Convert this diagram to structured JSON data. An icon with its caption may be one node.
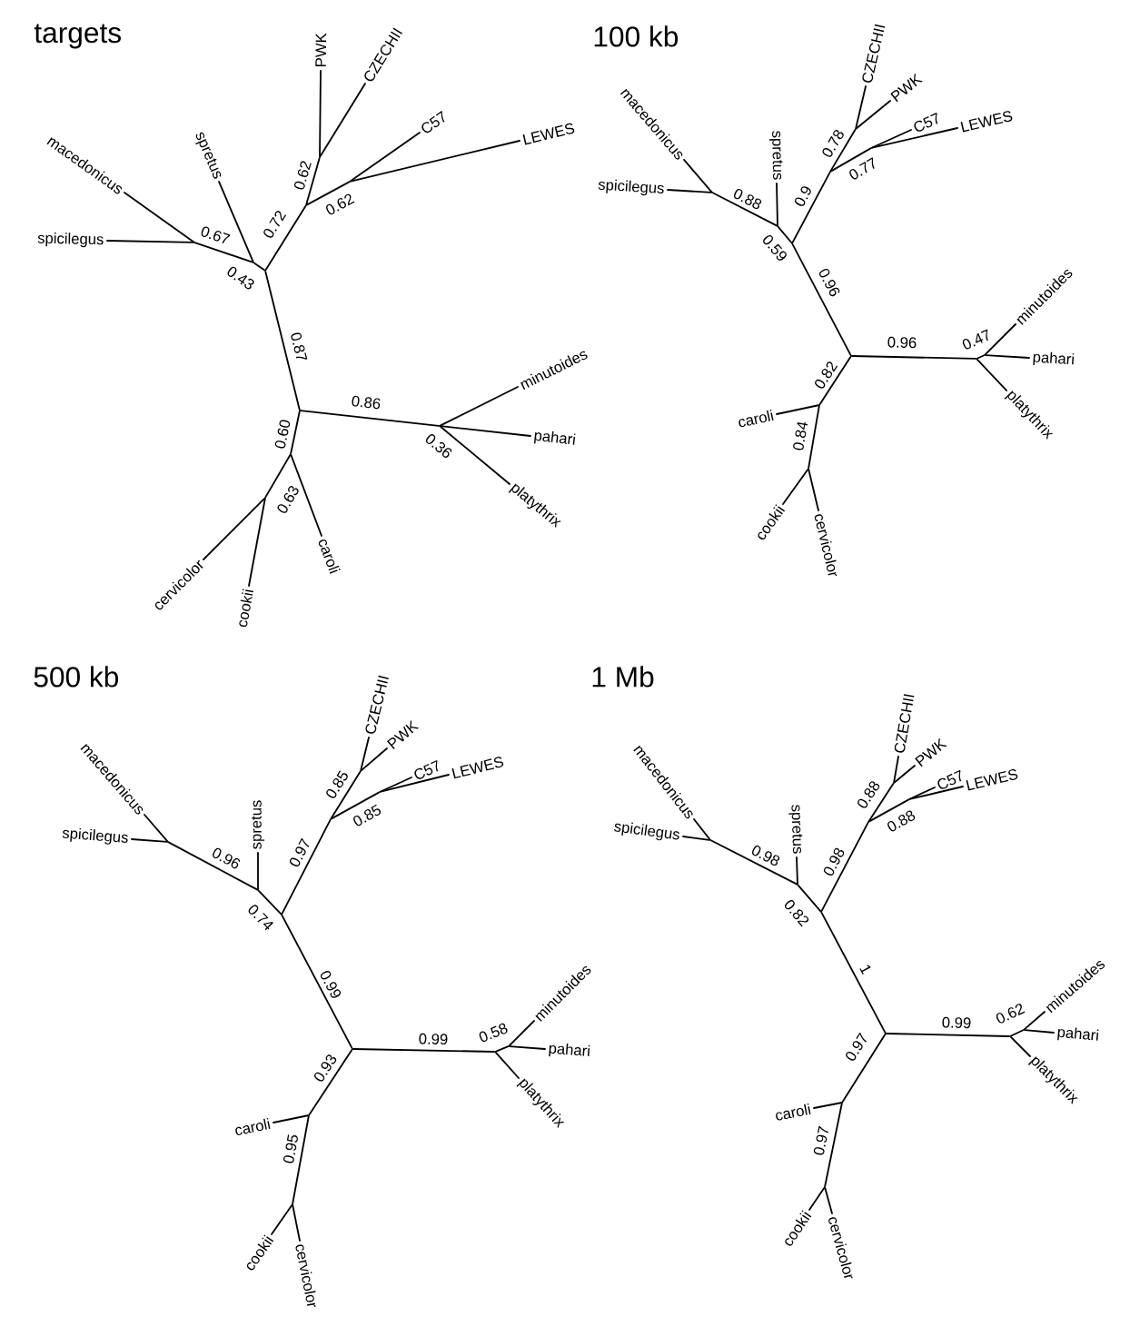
{
  "diagram": {
    "labels": [
      "targets",
      "100 kb",
      "500 kb",
      "1 Mb"
    ],
    "nodes": [
      {
        "text": [
          "macedonicus"
        ]
      },
      {
        "text": [
          "spicilegus"
        ]
      },
      {
        "text": [
          "spretus"
        ]
      },
      {
        "text": [
          "PWK"
        ]
      },
      {
        "text": [
          "CZECHII"
        ]
      },
      {
        "text": [
          "C57"
        ]
      },
      {
        "text": [
          "LEWES"
        ]
      },
      {
        "text": [
          "minutoides"
        ]
      },
      {
        "text": [
          "pahari"
        ]
      },
      {
        "text": [
          "platythrix"
        ]
      },
      {
        "text": [
          "caroli"
        ]
      },
      {
        "text": [
          "cervicolor"
        ]
      },
      {
        "text": [
          "cookii"
        ]
      },
      {
        "text": [],
        "shape": "point"
      },
      {
        "text": [],
        "shape": "point"
      },
      {
        "text": [],
        "shape": "point"
      },
      {
        "text": [],
        "shape": "point"
      },
      {
        "text": [],
        "shape": "point"
      },
      {
        "text": [],
        "shape": "point"
      },
      {
        "text": [],
        "shape": "point"
      },
      {
        "text": [],
        "shape": "point"
      },
      {
        "text": [],
        "shape": "point"
      },
      {
        "text": [],
        "shape": "point"
      },
      {
        "text": [
          "macedonicus"
        ]
      },
      {
        "text": [
          "spicilegus"
        ]
      },
      {
        "text": [
          "spretus"
        ]
      },
      {
        "text": [
          "PWK"
        ]
      },
      {
        "text": [
          "CZECHII"
        ]
      },
      {
        "text": [
          "C57"
        ]
      },
      {
        "text": [
          "LEWES"
        ]
      },
      {
        "text": [
          "minutoides"
        ]
      },
      {
        "text": [
          "pahari"
        ]
      },
      {
        "text": [
          "platythrix"
        ]
      },
      {
        "text": [
          "caroli"
        ]
      },
      {
        "text": [
          "cervicolor"
        ]
      },
      {
        "text": [
          "cookii"
        ]
      },
      {
        "text": [],
        "shape": "point"
      },
      {
        "text": [],
        "shape": "point"
      },
      {
        "text": [],
        "shape": "point"
      },
      {
        "text": [],
        "shape": "point"
      },
      {
        "text": [],
        "shape": "point"
      },
      {
        "text": [],
        "shape": "point"
      },
      {
        "text": [],
        "shape": "point"
      },
      {
        "text": [],
        "shape": "point"
      },
      {
        "text": [],
        "shape": "point"
      },
      {
        "text": [],
        "shape": "point"
      },
      {
        "text": [],
        "shape": "point"
      },
      {
        "text": [
          "macedonicus"
        ]
      },
      {
        "text": [
          "spicilegus"
        ]
      },
      {
        "text": [
          "spretus"
        ]
      },
      {
        "text": [
          "PWK"
        ]
      },
      {
        "text": [
          "CZECHII"
        ]
      },
      {
        "text": [
          "C57"
        ]
      },
      {
        "text": [
          "LEWES"
        ]
      },
      {
        "text": [
          "minutoides"
        ]
      },
      {
        "text": [
          "pahari"
        ]
      },
      {
        "text": [
          "platythrix"
        ]
      },
      {
        "text": [
          "caroli"
        ]
      },
      {
        "text": [
          "cervicolor"
        ]
      },
      {
        "text": [
          "cookii"
        ]
      },
      {
        "text": [],
        "shape": "point"
      },
      {
        "text": [],
        "shape": "point"
      },
      {
        "text": [],
        "shape": "point"
      },
      {
        "text": [],
        "shape": "point"
      },
      {
        "text": [],
        "shape": "point"
      },
      {
        "text": [],
        "shape": "point"
      },
      {
        "text": [],
        "shape": "point"
      },
      {
        "text": [],
        "shape": "point"
      },
      {
        "text": [],
        "shape": "point"
      },
      {
        "text": [],
        "shape": "point"
      },
      {
        "text": [],
        "shape": "point"
      },
      {
        "text": [
          "macedonicus"
        ]
      },
      {
        "text": [
          "spicilegus"
        ]
      },
      {
        "text": [
          "spretus"
        ]
      },
      {
        "text": [
          "PWK"
        ]
      },
      {
        "text": [
          "CZECHII"
        ]
      },
      {
        "text": [
          "C57"
        ]
      },
      {
        "text": [
          "LEWES"
        ]
      },
      {
        "text": [
          "minutoides"
        ]
      },
      {
        "text": [
          "pahari"
        ]
      },
      {
        "text": [
          "platythrix"
        ]
      },
      {
        "text": [
          "caroli"
        ]
      },
      {
        "text": [
          "cervicolor"
        ]
      },
      {
        "text": [
          "cookii"
        ]
      },
      {
        "text": [],
        "shape": "point"
      },
      {
        "text": [],
        "shape": "point"
      },
      {
        "text": [],
        "shape": "point"
      },
      {
        "text": [],
        "shape": "point"
      },
      {
        "text": [],
        "shape": "point"
      },
      {
        "text": [],
        "shape": "point"
      },
      {
        "text": [],
        "shape": "point"
      },
      {
        "text": [],
        "shape": "point"
      },
      {
        "text": [],
        "shape": "point"
      },
      {
        "text": [],
        "shape": "point"
      },
      {
        "text": [],
        "shape": "point"
      }
    ],
    "edges": [
      {
        "from": 14,
        "to": 0,
        "arrow": "none"
      },
      {
        "from": 14,
        "to": 1,
        "arrow": "none"
      },
      {
        "from": 14,
        "to": 15,
        "arrow": "none",
        "label": "0.67"
      },
      {
        "from": 15,
        "to": 2,
        "arrow": "none"
      },
      {
        "from": 15,
        "to": 13,
        "arrow": "none",
        "label": "0.43"
      },
      {
        "from": 13,
        "to": 16,
        "arrow": "none",
        "label": "0.72"
      },
      {
        "from": 16,
        "to": 17,
        "arrow": "none",
        "label": "0.62"
      },
      {
        "from": 17,
        "to": 3,
        "arrow": "none"
      },
      {
        "from": 17,
        "to": 4,
        "arrow": "none"
      },
      {
        "from": 16,
        "to": 18,
        "arrow": "none",
        "label": "0.62"
      },
      {
        "from": 18,
        "to": 5,
        "arrow": "none"
      },
      {
        "from": 18,
        "to": 6,
        "arrow": "none"
      },
      {
        "from": 13,
        "to": 19,
        "arrow": "none",
        "label": "0.87"
      },
      {
        "from": 19,
        "to": 20,
        "arrow": "none",
        "label": "0.86"
      },
      {
        "from": 20,
        "to": 7,
        "arrow": "none"
      },
      {
        "from": 20,
        "to": 8,
        "arrow": "none"
      },
      {
        "from": 20,
        "to": 9,
        "arrow": "none",
        "label": "0.36"
      },
      {
        "from": 19,
        "to": 21,
        "arrow": "none",
        "label": "0.60"
      },
      {
        "from": 21,
        "to": 10,
        "arrow": "none"
      },
      {
        "from": 21,
        "to": 22,
        "arrow": "none",
        "label": "0.63"
      },
      {
        "from": 22,
        "to": 11,
        "arrow": "none"
      },
      {
        "from": 22,
        "to": 12,
        "arrow": "none"
      },
      {
        "from": 37,
        "to": 23,
        "arrow": "none"
      },
      {
        "from": 37,
        "to": 24,
        "arrow": "none"
      },
      {
        "from": 37,
        "to": 38,
        "arrow": "none",
        "label": "0.88"
      },
      {
        "from": 38,
        "to": 25,
        "arrow": "none"
      },
      {
        "from": 38,
        "to": 36,
        "arrow": "none",
        "label": "0.59"
      },
      {
        "from": 36,
        "to": 39,
        "arrow": "none",
        "label": "0.9"
      },
      {
        "from": 39,
        "to": 40,
        "arrow": "none",
        "label": "0.78"
      },
      {
        "from": 40,
        "to": 26,
        "arrow": "none"
      },
      {
        "from": 40,
        "to": 27,
        "arrow": "none"
      },
      {
        "from": 39,
        "to": 41,
        "arrow": "none",
        "label": "0.77"
      },
      {
        "from": 41,
        "to": 28,
        "arrow": "none"
      },
      {
        "from": 41,
        "to": 29,
        "arrow": "none"
      },
      {
        "from": 36,
        "to": 42,
        "arrow": "none",
        "label": "0.96"
      },
      {
        "from": 42,
        "to": 43,
        "arrow": "none",
        "label": "0.96"
      },
      {
        "from": 43,
        "to": 46,
        "arrow": "none",
        "label": "0.47"
      },
      {
        "from": 46,
        "to": 30,
        "arrow": "none"
      },
      {
        "from": 46,
        "to": 31,
        "arrow": "none"
      },
      {
        "from": 43,
        "to": 32,
        "arrow": "none"
      },
      {
        "from": 42,
        "to": 44,
        "arrow": "none",
        "label": "0.82"
      },
      {
        "from": 44,
        "to": 33,
        "arrow": "none"
      },
      {
        "from": 44,
        "to": 45,
        "arrow": "none",
        "label": "0.84"
      },
      {
        "from": 45,
        "to": 34,
        "arrow": "none"
      },
      {
        "from": 45,
        "to": 35,
        "arrow": "none"
      },
      {
        "from": 61,
        "to": 47,
        "arrow": "none"
      },
      {
        "from": 61,
        "to": 48,
        "arrow": "none"
      },
      {
        "from": 61,
        "to": 62,
        "arrow": "none",
        "label": "0.96"
      },
      {
        "from": 62,
        "to": 49,
        "arrow": "none"
      },
      {
        "from": 62,
        "to": 60,
        "arrow": "none",
        "label": "0.74"
      },
      {
        "from": 60,
        "to": 63,
        "arrow": "none",
        "label": "0.97"
      },
      {
        "from": 63,
        "to": 64,
        "arrow": "none",
        "label": "0.85"
      },
      {
        "from": 64,
        "to": 50,
        "arrow": "none"
      },
      {
        "from": 64,
        "to": 51,
        "arrow": "none"
      },
      {
        "from": 63,
        "to": 65,
        "arrow": "none",
        "label": "0.85"
      },
      {
        "from": 65,
        "to": 52,
        "arrow": "none"
      },
      {
        "from": 65,
        "to": 53,
        "arrow": "none"
      },
      {
        "from": 60,
        "to": 66,
        "arrow": "none",
        "label": "0.99"
      },
      {
        "from": 66,
        "to": 67,
        "arrow": "none",
        "label": "0.99"
      },
      {
        "from": 67,
        "to": 70,
        "arrow": "none",
        "label": "0.58"
      },
      {
        "from": 70,
        "to": 54,
        "arrow": "none"
      },
      {
        "from": 70,
        "to": 55,
        "arrow": "none"
      },
      {
        "from": 67,
        "to": 56,
        "arrow": "none"
      },
      {
        "from": 66,
        "to": 68,
        "arrow": "none",
        "label": "0.93"
      },
      {
        "from": 68,
        "to": 57,
        "arrow": "none"
      },
      {
        "from": 68,
        "to": 69,
        "arrow": "none",
        "label": "0.95"
      },
      {
        "from": 69,
        "to": 58,
        "arrow": "none"
      },
      {
        "from": 69,
        "to": 59,
        "arrow": "none"
      },
      {
        "from": 85,
        "to": 71,
        "arrow": "none"
      },
      {
        "from": 85,
        "to": 72,
        "arrow": "none"
      },
      {
        "from": 85,
        "to": 86,
        "arrow": "none",
        "label": "0.98"
      },
      {
        "from": 86,
        "to": 73,
        "arrow": "none"
      },
      {
        "from": 86,
        "to": 84,
        "arrow": "none",
        "label": "0.82"
      },
      {
        "from": 84,
        "to": 87,
        "arrow": "none",
        "label": "0.98"
      },
      {
        "from": 87,
        "to": 88,
        "arrow": "none",
        "label": "0.88"
      },
      {
        "from": 88,
        "to": 74,
        "arrow": "none"
      },
      {
        "from": 88,
        "to": 75,
        "arrow": "none"
      },
      {
        "from": 87,
        "to": 89,
        "arrow": "none",
        "label": "0.88"
      },
      {
        "from": 89,
        "to": 76,
        "arrow": "none"
      },
      {
        "from": 89,
        "to": 77,
        "arrow": "none"
      },
      {
        "from": 84,
        "to": 90,
        "arrow": "none",
        "label": "1"
      },
      {
        "from": 90,
        "to": 91,
        "arrow": "none",
        "label": "0.99"
      },
      {
        "from": 91,
        "to": 94,
        "arrow": "none",
        "label": "0.62"
      },
      {
        "from": 94,
        "to": 78,
        "arrow": "none"
      },
      {
        "from": 94,
        "to": 79,
        "arrow": "none"
      },
      {
        "from": 91,
        "to": 80,
        "arrow": "none"
      },
      {
        "from": 90,
        "to": 92,
        "arrow": "none",
        "label": "0.97"
      },
      {
        "from": 92,
        "to": 81,
        "arrow": "none"
      },
      {
        "from": 92,
        "to": 93,
        "arrow": "none",
        "label": "0.97"
      },
      {
        "from": 93,
        "to": 82,
        "arrow": "none"
      },
      {
        "from": 93,
        "to": 83,
        "arrow": "none"
      }
    ]
  }
}
